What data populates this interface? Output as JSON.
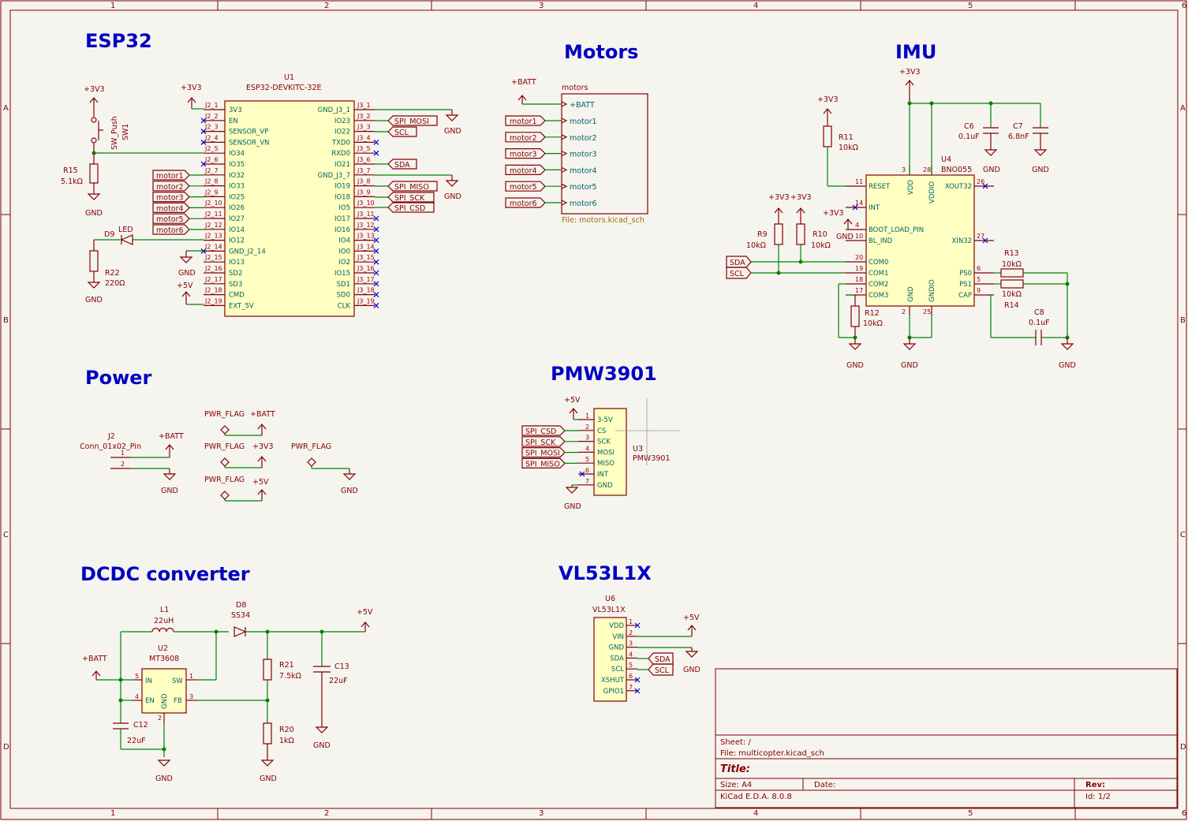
{
  "sheet": {
    "border_cols": [
      "1",
      "2",
      "3",
      "4",
      "5",
      "6"
    ],
    "border_rows": [
      "A",
      "B",
      "C",
      "D"
    ]
  },
  "sections": {
    "esp32": "ESP32",
    "motors": "Motors",
    "imu": "IMU",
    "power": "Power",
    "pmw": "PMW3901",
    "dcdc": "DCDC converter",
    "vl53": "VL53L1X"
  },
  "esp32": {
    "ref": "U1",
    "value": "ESP32-DEVKITC-32E",
    "left_pins": [
      "3V3",
      "EN",
      "SENSOR_VP",
      "SENSOR_VN",
      "IO34",
      "IO35",
      "IO32",
      "IO33",
      "IO25",
      "IO26",
      "IO27",
      "IO14",
      "IO12",
      "GND_J2_14",
      "IO13",
      "SD2",
      "SD3",
      "CMD",
      "EXT_5V"
    ],
    "left_nums": [
      "J2_1",
      "J2_2",
      "J2_3",
      "J2_4",
      "J2_5",
      "J2_6",
      "J2_7",
      "J2_8",
      "J2_9",
      "J2_10",
      "J2_11",
      "J2_12",
      "J2_13",
      "J2_14",
      "J2_15",
      "J2_16",
      "J2_17",
      "J2_18",
      "J2_19"
    ],
    "right_pins": [
      "GND_J3_1",
      "IO23",
      "IO22",
      "TXD0",
      "RXD0",
      "IO21",
      "GND_J3_7",
      "IO19",
      "IO18",
      "IO5",
      "IO17",
      "IO16",
      "IO4",
      "IO0",
      "IO2",
      "IO15",
      "SD1",
      "SD0",
      "CLK"
    ],
    "right_nums": [
      "J3_1",
      "J3_2",
      "J3_3",
      "J3_4",
      "J3_5",
      "J3_6",
      "J3_7",
      "J3_8",
      "J3_9",
      "J3_10",
      "J3_11",
      "J3_12",
      "J3_13",
      "J3_14",
      "J3_15",
      "J3_16",
      "J3_17",
      "J3_18",
      "J3_19"
    ],
    "motor_labels": [
      "motor1",
      "motor2",
      "motor3",
      "motor4",
      "motor5",
      "motor6"
    ],
    "right_labels": {
      "mosi": "SPI_MOSI",
      "scl": "SCL",
      "sda": "SDA",
      "miso": "SPI_MISO",
      "sck": "SPI_SCK",
      "csd": "SPI_CSD"
    },
    "sw_ref": "SW1",
    "sw_value": "SW_Push",
    "r15_ref": "R15",
    "r15_value": "5.1kΩ",
    "d9_ref": "D9",
    "d9_value": "LED",
    "r22_ref": "R22",
    "r22_value": "220Ω",
    "pwr_3v3": "+3V3",
    "pwr_5v": "+5V",
    "gnd": "GND"
  },
  "motors": {
    "sheet_name": "motors",
    "sheet_file": "File: motors.kicad_sch",
    "batt": "+BATT",
    "pins": [
      "motor1",
      "motor2",
      "motor3",
      "motor4",
      "motor5",
      "motor6"
    ],
    "pin_batt": "+BATT"
  },
  "imu": {
    "ref": "U4",
    "value": "BNO055",
    "left_pins": [
      "RESET",
      "INT",
      "BOOT_LOAD_PIN",
      "BL_IND",
      "COM0",
      "COM1",
      "COM2",
      "COM3"
    ],
    "left_nums": [
      "11",
      "14",
      "4",
      "10",
      "20",
      "19",
      "18",
      "17"
    ],
    "right_pins": [
      "XOUT32",
      "XIN32",
      "PS0",
      "PS1",
      "CAP"
    ],
    "right_nums": [
      "26",
      "27",
      "6",
      "5",
      "9"
    ],
    "top_pins": [
      "VDD",
      "VDDIO"
    ],
    "top_nums": [
      "3",
      "28"
    ],
    "bottom_pins": [
      "GND",
      "GNDIO"
    ],
    "bottom_nums": [
      "2",
      "25"
    ],
    "c6_ref": "C6",
    "c6_value": "0.1uF",
    "c7_ref": "C7",
    "c7_value": "6.8nF",
    "c8_ref": "C8",
    "c8_value": "0.1uF",
    "r11_ref": "R11",
    "r11_value": "10kΩ",
    "r9_ref": "R9",
    "r9_value": "10kΩ",
    "r10_ref": "R10",
    "r10_value": "10kΩ",
    "r12_ref": "R12",
    "r12_value": "10kΩ",
    "r13_ref": "R13",
    "r13_value": "10kΩ",
    "r14_ref": "R14",
    "r14_value": "10kΩ",
    "sda": "SDA",
    "scl": "SCL"
  },
  "power": {
    "j2_ref": "J2",
    "j2_value": "Conn_01x02_Pin",
    "pin1": "1",
    "pin2": "2",
    "pwr_flag": "PWR_FLAG",
    "batt": "+BATT",
    "v33": "+3V3",
    "v5": "+5V"
  },
  "pmw": {
    "ref": "U3",
    "value": "PMW3901",
    "pins": [
      "3-5V",
      "CS",
      "SCK",
      "MOSI",
      "MISO",
      "INT",
      "GND"
    ],
    "nums": [
      "1",
      "2",
      "3",
      "4",
      "5",
      "6",
      "7"
    ],
    "labels": [
      "SPI_CSD",
      "SPI_SCK",
      "SPI_MOSI",
      "SPI_MISO"
    ]
  },
  "dcdc": {
    "l1_ref": "L1",
    "l1_value": "22uH",
    "d8_ref": "D8",
    "d8_value": "SS34",
    "u2_ref": "U2",
    "u2_value": "MT3608",
    "u2_pins": {
      "in": "IN",
      "en": "EN",
      "sw": "SW",
      "fb": "FB",
      "gnd": "GND"
    },
    "u2_nums": {
      "in": "5",
      "en": "4",
      "sw": "1",
      "fb": "3",
      "gnd": "2"
    },
    "r21_ref": "R21",
    "r21_value": "7.5kΩ",
    "r20_ref": "R20",
    "r20_value": "1kΩ",
    "c13_ref": "C13",
    "c13_value": "22uF",
    "c12_ref": "C12",
    "c12_value": "22uF"
  },
  "vl53": {
    "ref": "U6",
    "value": "VL53L1X",
    "pins": [
      "VDD",
      "VIN",
      "GND",
      "SDA",
      "SCL",
      "XSHUT",
      "GPIO1"
    ],
    "nums": [
      "1",
      "2",
      "3",
      "4",
      "5",
      "6",
      "7"
    ]
  },
  "titleblock": {
    "sheet": "Sheet: /",
    "file": "File: multicopter.kicad_sch",
    "title": "Title:",
    "size": "Size: A4",
    "date": "Date:",
    "rev": "Rev:",
    "tool": "KiCad E.D.A. 8.0.8",
    "id": "Id: 1/2"
  }
}
